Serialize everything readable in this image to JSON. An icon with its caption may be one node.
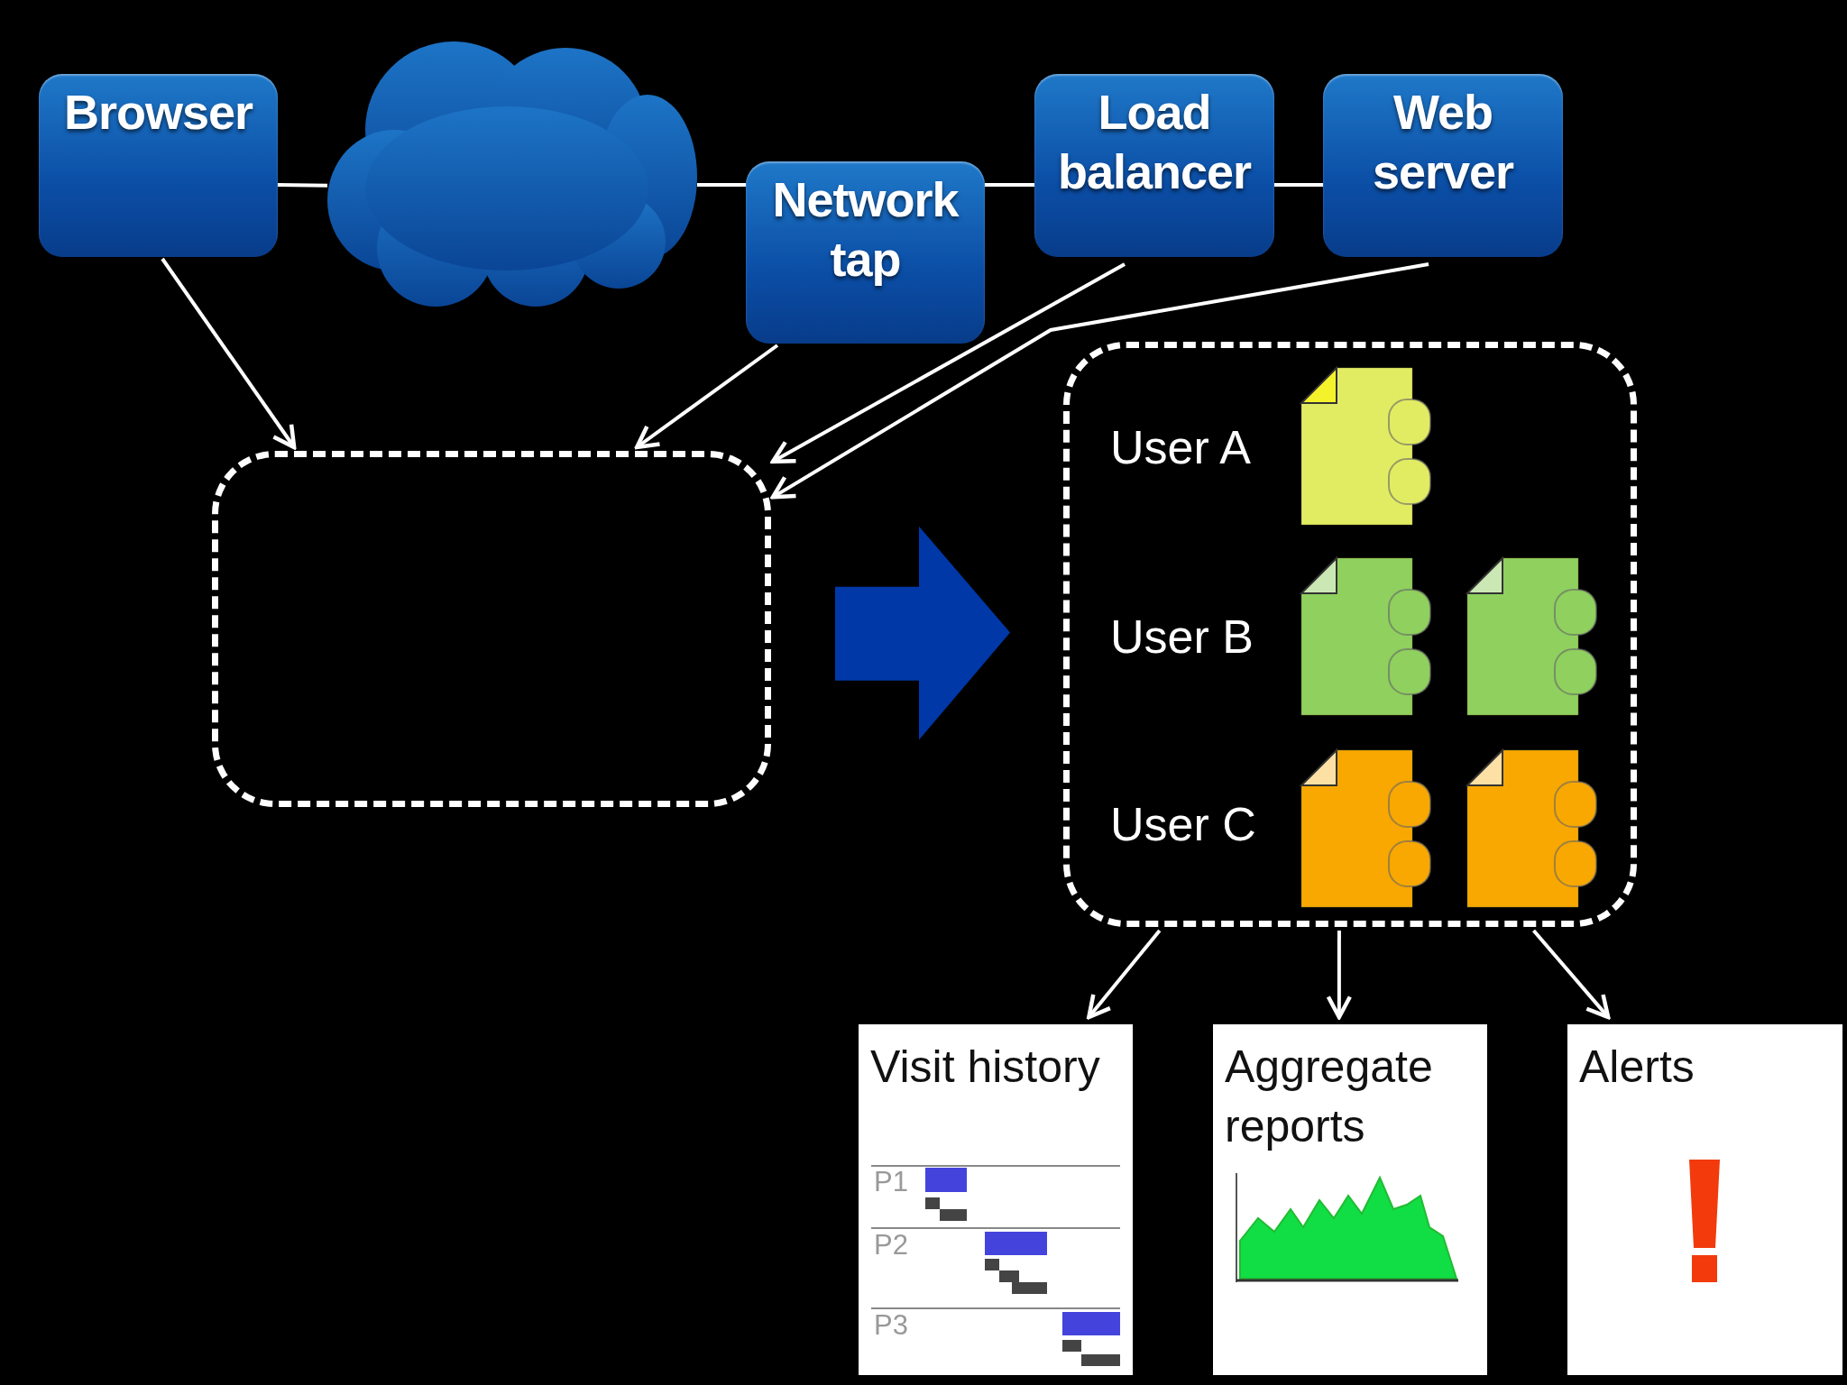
{
  "diagram": {
    "nodes": [
      {
        "text": [
          "Browser"
        ]
      },
      {
        "text": [],
        "shape": "cloud"
      },
      {
        "text": [
          "Network tap"
        ]
      },
      {
        "text": [
          "Load balancer"
        ]
      },
      {
        "text": [
          "Web server"
        ]
      },
      {
        "text": [],
        "shape": "box"
      },
      {
        "text": [],
        "shape": "box"
      },
      {
        "text": [
          "Visit history"
        ]
      },
      {
        "text": [
          "Aggregate reports"
        ]
      },
      {
        "text": [
          "Alerts"
        ]
      }
    ],
    "edges": [
      {
        "from": 0,
        "to": 1,
        "arrow": "none"
      },
      {
        "from": 1,
        "to": 2,
        "arrow": "none"
      },
      {
        "from": 2,
        "to": 3,
        "arrow": "none"
      },
      {
        "from": 3,
        "to": 4,
        "arrow": "none"
      },
      {
        "from": 0,
        "to": 5,
        "arrow": "to"
      },
      {
        "from": 2,
        "to": 5,
        "arrow": "to"
      },
      {
        "from": 3,
        "to": 5,
        "arrow": "to"
      },
      {
        "from": 4,
        "to": 5,
        "arrow": "to"
      },
      {
        "from": 5,
        "to": 6,
        "arrow": "to",
        "style": "thick",
        "color": "#0038a8"
      },
      {
        "from": 6,
        "to": 7,
        "arrow": "to"
      },
      {
        "from": 6,
        "to": 8,
        "arrow": "to"
      },
      {
        "from": 6,
        "to": 9,
        "arrow": "to"
      }
    ],
    "labels": [
      "User A",
      "User B",
      "User C",
      "P1",
      "P2",
      "P3"
    ]
  }
}
